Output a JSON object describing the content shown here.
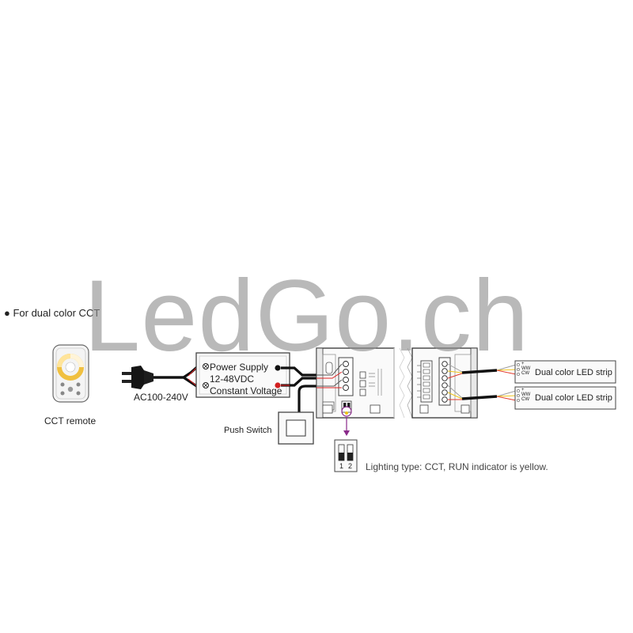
{
  "heading": "● For dual color CCT",
  "remote": {
    "label": "CCT remote"
  },
  "plug": {
    "label": "AC100-240V"
  },
  "power_supply": {
    "line1": "Power Supply",
    "line2": "12-48VDC",
    "line3": "Constant Voltage"
  },
  "push_switch": {
    "label": "Push Switch"
  },
  "dip_switch": {
    "pos1": "1",
    "pos2": "2"
  },
  "lighting_note": "Lighting type: CCT, RUN indicator is yellow.",
  "led_strips": [
    {
      "label": "Dual color LED strip",
      "pins": [
        "+",
        "WW",
        "CW"
      ]
    },
    {
      "label": "Dual color LED strip",
      "pins": [
        "+",
        "WW",
        "CW"
      ]
    }
  ],
  "watermark": "LedGo.ch",
  "colors": {
    "ww_wire": "#f0c419",
    "cw_wire": "#e23b2e",
    "plus_wire": "#a0a0a0",
    "dip_arrow": "#8a2a8a",
    "watermark": "#8f8f8f"
  }
}
